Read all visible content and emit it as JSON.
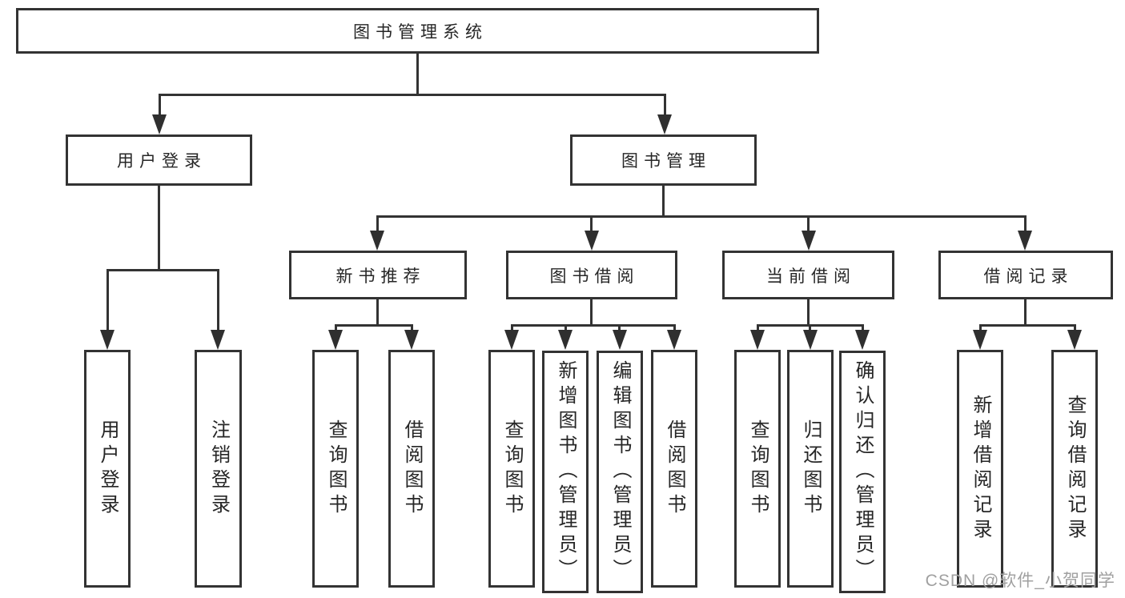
{
  "diagram": {
    "title": "图书管理系统",
    "level2": [
      {
        "label": "用户登录",
        "children": [
          "用户登录",
          "注销登录"
        ]
      },
      {
        "label": "图书管理",
        "groups": [
          {
            "label": "新书推荐",
            "children": [
              "查询图书",
              "借阅图书"
            ]
          },
          {
            "label": "图书借阅",
            "children": [
              "查询图书",
              "新增图书（管理员）",
              "编辑图书（管理员）",
              "借阅图书"
            ]
          },
          {
            "label": "当前借阅",
            "children": [
              "查询图书",
              "归还图书",
              "确认归还（管理员）"
            ]
          },
          {
            "label": "借阅记录",
            "children": [
              "新增借阅记录",
              "查询借阅记录"
            ]
          }
        ]
      }
    ]
  },
  "watermark": {
    "text": "CSDN @软件_小贺同学"
  },
  "colors": {
    "line": "#333333",
    "text": "#262626",
    "background": "#ffffff",
    "watermark": "#a0a0a0"
  }
}
